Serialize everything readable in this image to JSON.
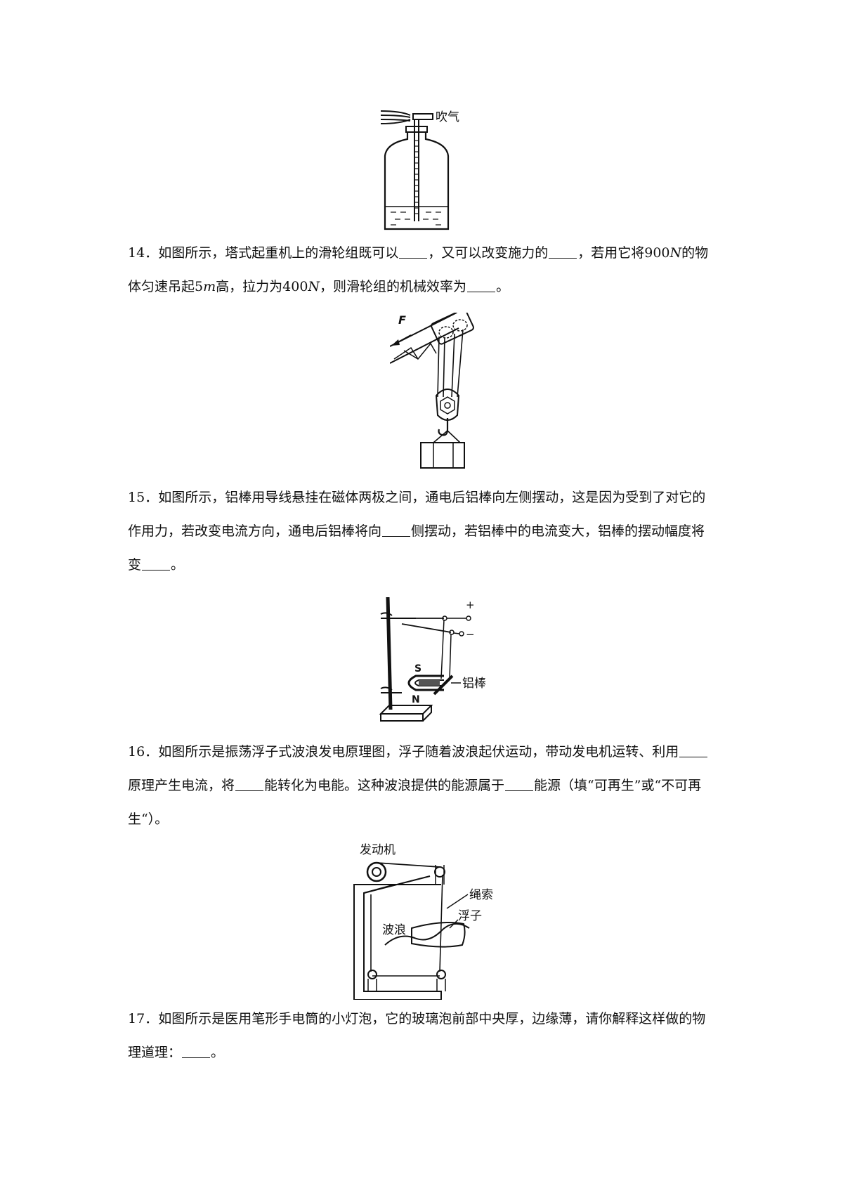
{
  "fig13": {
    "label_blow": "吹气"
  },
  "q14": {
    "num": "14．",
    "t1": "如图所示，塔式起重机上的滑轮组既可以",
    "t2": "，又可以改变施力的",
    "t3": "，若用它将",
    "v1": "900",
    "u1": "N",
    "t4": "的物体匀速吊起",
    "v2": "5",
    "u2": "m",
    "t5": "高，拉力为",
    "v3": "400",
    "u3": "N",
    "t6": "，则滑轮组的机械效率为",
    "t7": "。",
    "fig_label_F": "F"
  },
  "q15": {
    "num": "15．",
    "t1": "如图所示，铝棒用导线悬挂在磁体两极之间，通电后铝棒向左侧摆动，这是因为受到了对它的作用力，若改变电流方向，通电后铝棒将向",
    "t2": "侧摆动，若铝棒中的电流变大，铝棒的摆动幅度将变",
    "t3": "。",
    "fig_plus": "+",
    "fig_minus": "−",
    "fig_S": "S",
    "fig_N": "N",
    "fig_rod": "铝棒"
  },
  "q16": {
    "num": "16．",
    "t1": "如图所示是振荡浮子式波浪发电原理图，浮子随着波浪起伏运动，带动发电机运转、利用",
    "t2": "原理产生电流，将",
    "t3": "能转化为电能。这种波浪提供的能源属于",
    "t4": "能源（填“可再生”或“不可再生“）。",
    "fig_engine": "发动机",
    "fig_rope": "绳索",
    "fig_float": "浮子",
    "fig_wave": "波浪"
  },
  "q17": {
    "num": "17．",
    "t1": "如图所示是医用笔形手电筒的小灯泡，它的玻璃泡前部中央厚，边缘薄，请你解释这样做的物理道理：",
    "t2": "。"
  }
}
